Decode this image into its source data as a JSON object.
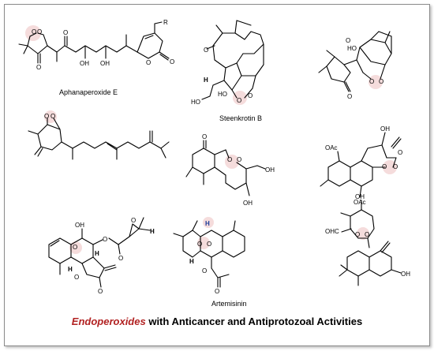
{
  "captions": {
    "aphanaperoxide": "Aphanaperoxide E",
    "steenkrotin": "Steenkrotin B",
    "artemisinin": "Artemisinin"
  },
  "substituent_r": "R",
  "title": {
    "highlight": "Endoperoxides",
    "rest": " with Anticancer and Antiprotozoal Activities"
  },
  "colors": {
    "title_highlight": "#b22222",
    "peroxide_highlight": "#f4d8d8"
  }
}
